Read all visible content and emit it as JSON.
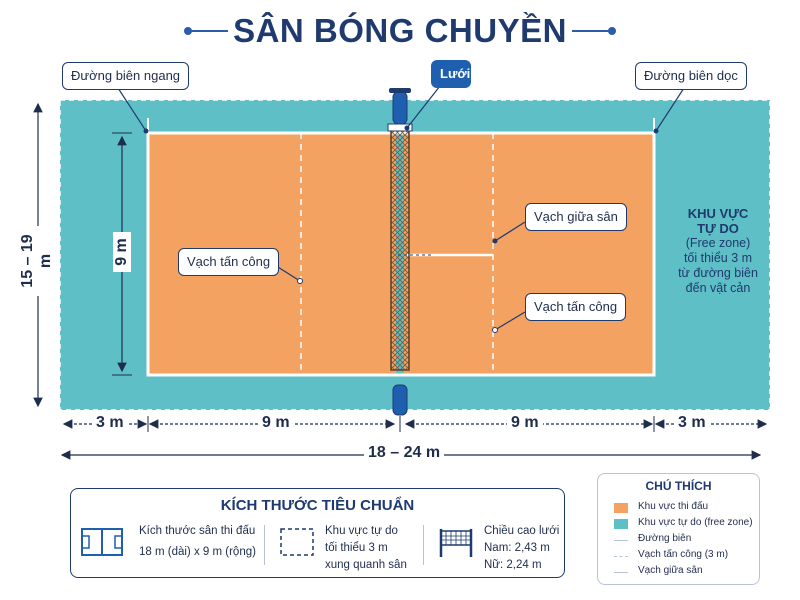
{
  "title": "SÂN BÓNG CHUYỀN",
  "colors": {
    "court": "#f4a261",
    "free_zone": "#5fbfc7",
    "navy": "#1f3a6e",
    "net_blue": "#1f5fb0"
  },
  "callouts": {
    "end_line": "Đường biên ngang",
    "net": "Lưới",
    "side_line": "Đường biên dọc",
    "attack_line_left": "Vạch tấn công",
    "center_line": "Vạch giữa sân",
    "attack_line_right": "Vạch tấn công"
  },
  "free_zone": {
    "title": "KHU VỰC\nTỰ DO",
    "subtitle": "(Free zone)",
    "desc": "tối thiểu 3 m\ntừ đường biên\nđến vật cản"
  },
  "dimensions": {
    "total_width": "15 – 19 m",
    "court_width": "9 m",
    "free_left": "3 m",
    "half_left": "9 m",
    "half_right": "9 m",
    "free_right": "3 m",
    "total_length": "18 – 24 m"
  },
  "standard_panel": {
    "title": "KÍCH THƯỚC TIÊU CHUẨN",
    "items": [
      {
        "icon": "court-icon",
        "line1": "Kích thước sân thi đấu",
        "line2": "18 m (dài) x 9 m (rộng)"
      },
      {
        "icon": "free-zone-icon",
        "line1": "Khu vực tự do",
        "line2": "tối thiểu 3 m",
        "line3": "xung quanh sân"
      },
      {
        "icon": "net-icon",
        "line1": "Chiều cao lưới",
        "line2": "Nam: 2,43 m",
        "line3": "Nữ: 2,24 m"
      }
    ]
  },
  "legend": {
    "title": "CHÚ THÍCH",
    "items": [
      {
        "type": "swatch",
        "color": "#f4a261",
        "label": "Khu vực thi đấu"
      },
      {
        "type": "swatch",
        "color": "#5fbfc7",
        "label": "Khu vực tự do (free zone)"
      },
      {
        "type": "line",
        "label": "Đường biên"
      },
      {
        "type": "dashed",
        "label": "Vạch tấn công (3 m)"
      },
      {
        "type": "line",
        "label": "Vạch giữa sân"
      }
    ]
  }
}
